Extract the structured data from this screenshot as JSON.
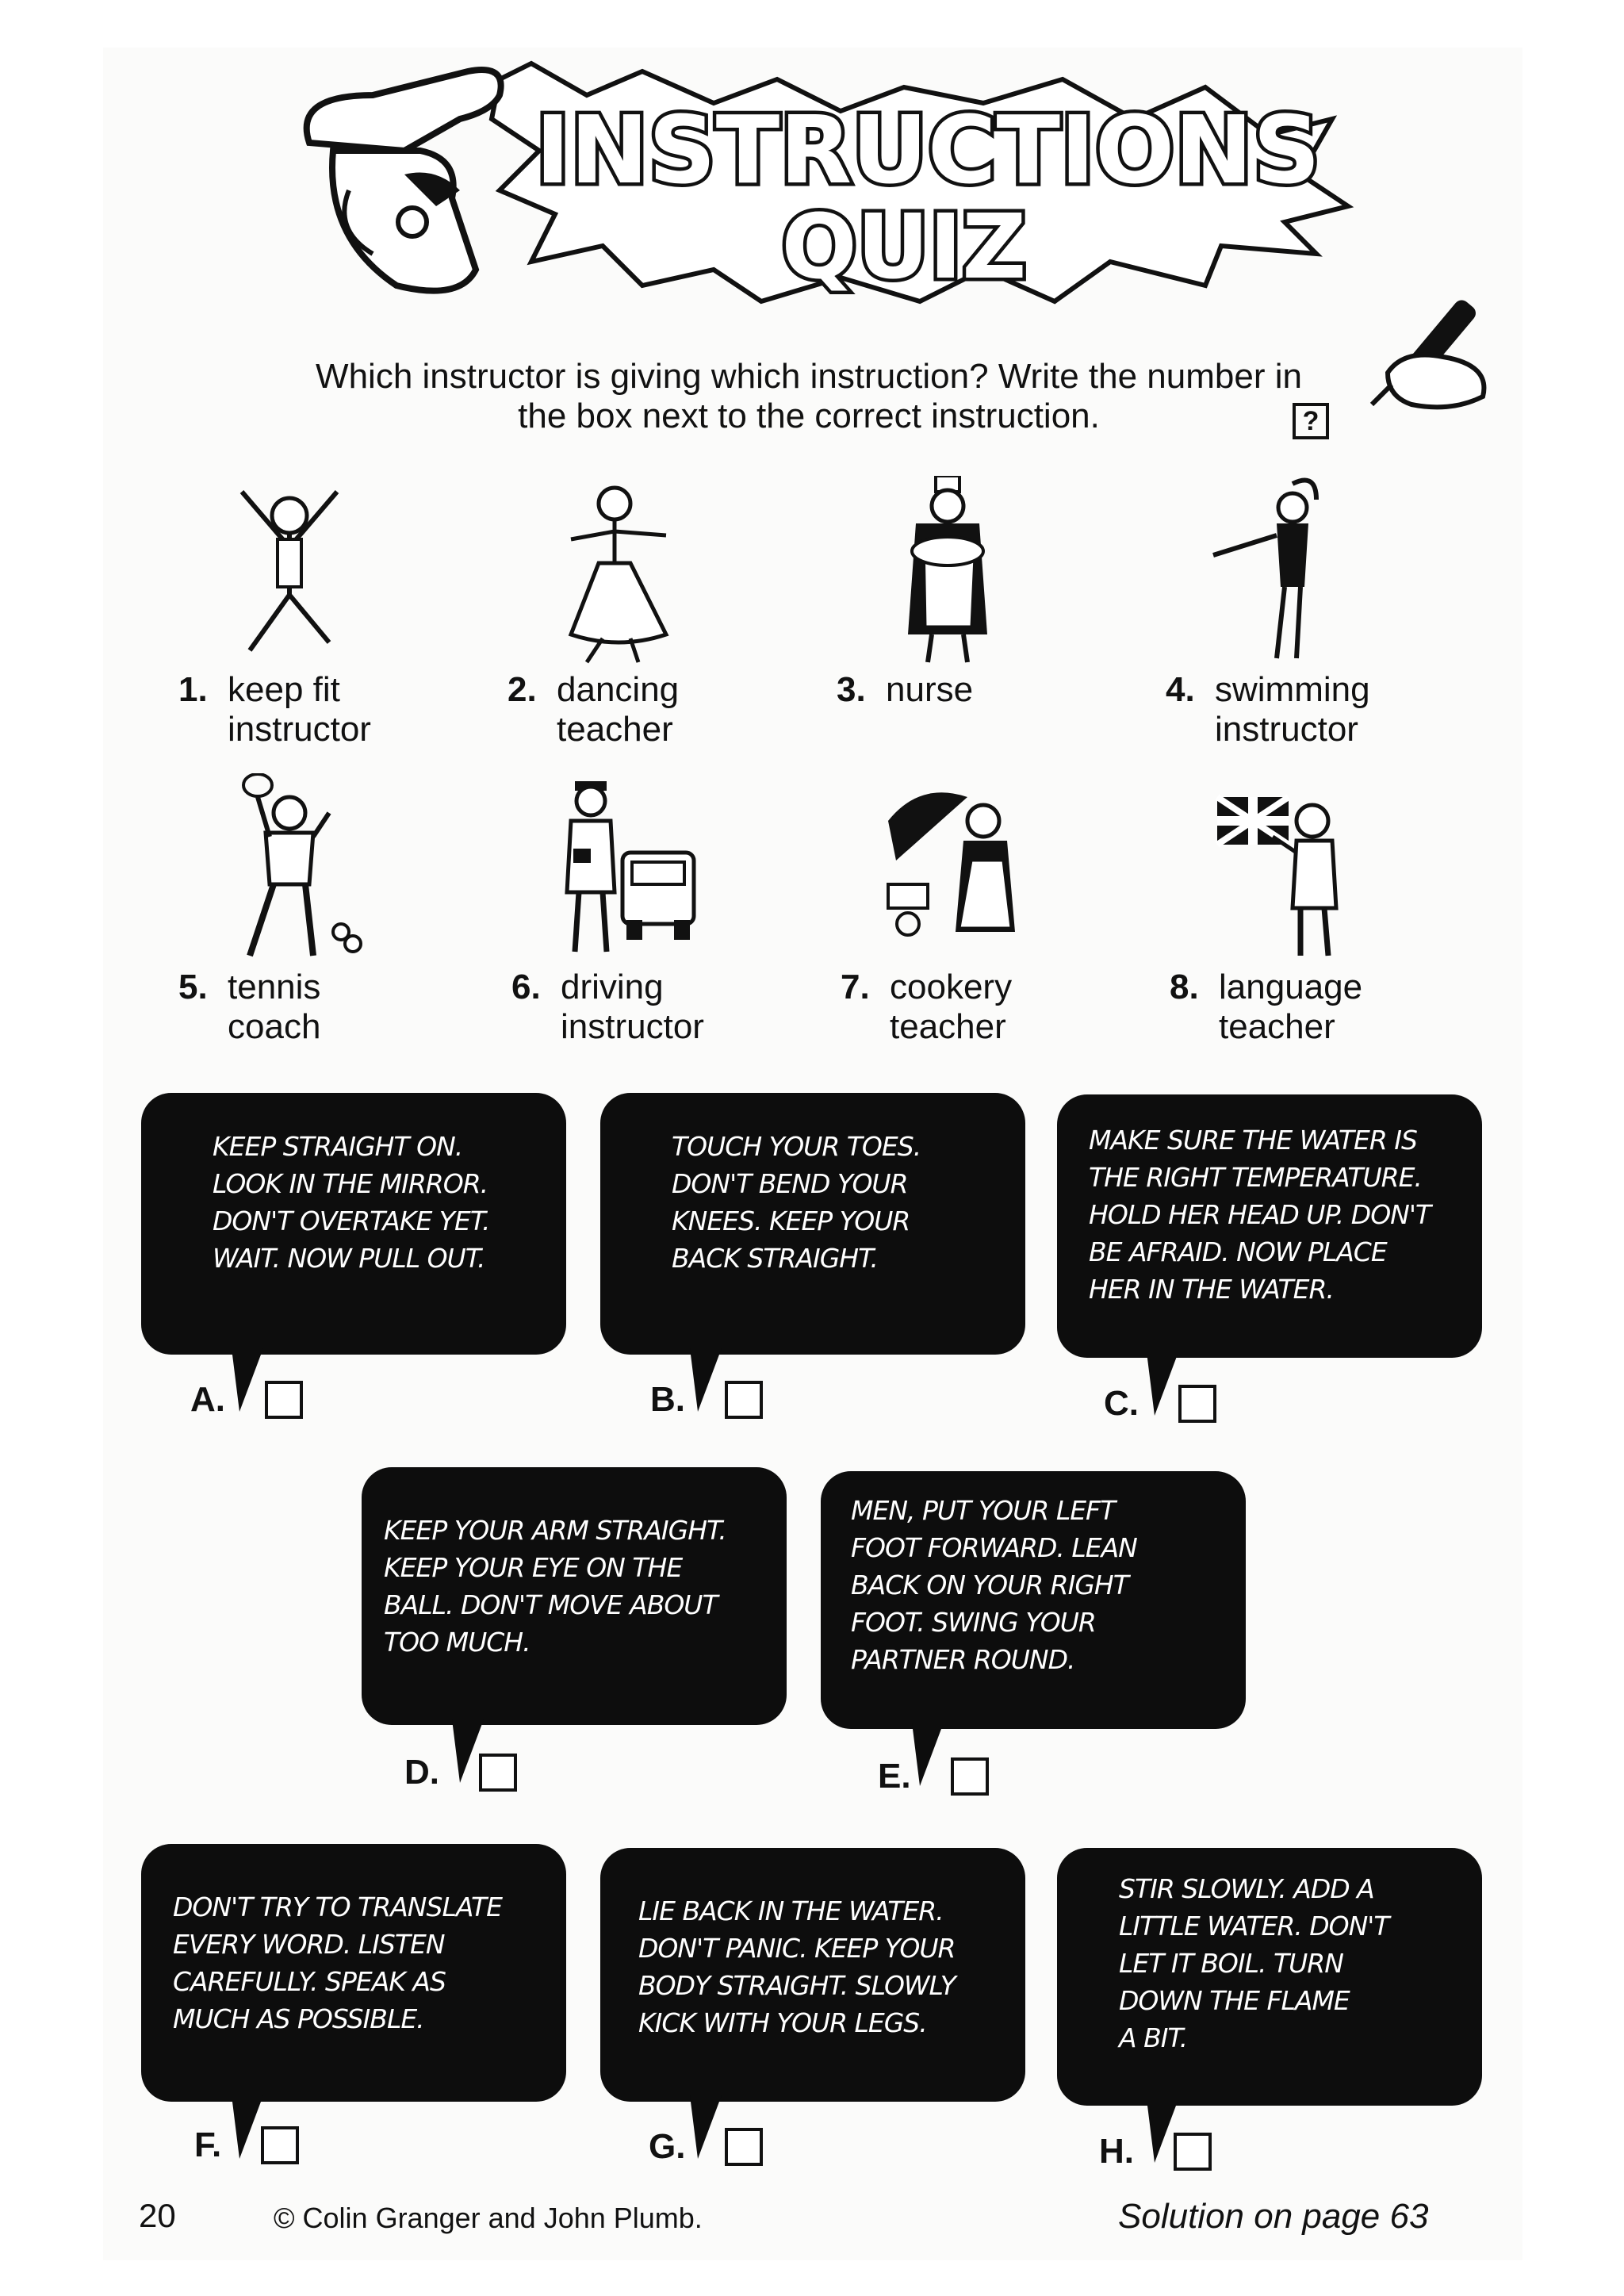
{
  "title": {
    "line1": "INSTRUCTIONS",
    "line2": "QUIZ"
  },
  "instruction_text": "Which instructor is giving which instruction? Write the number in the box next to the correct instruction.",
  "help_box": "?",
  "instructors": [
    {
      "num": "1.",
      "label": "keep fit\ninstructor"
    },
    {
      "num": "2.",
      "label": "dancing\nteacher"
    },
    {
      "num": "3.",
      "label": "nurse"
    },
    {
      "num": "4.",
      "label": "swimming\ninstructor"
    },
    {
      "num": "5.",
      "label": "tennis\ncoach"
    },
    {
      "num": "6.",
      "label": "driving\ninstructor"
    },
    {
      "num": "7.",
      "label": "cookery\nteacher"
    },
    {
      "num": "8.",
      "label": "language\nteacher"
    }
  ],
  "bubbles": [
    {
      "letter": "A.",
      "text": "KEEP STRAIGHT ON.\nLOOK IN THE MIRROR.\nDON'T OVERTAKE YET.\nWAIT. NOW PULL OUT."
    },
    {
      "letter": "B.",
      "text": "TOUCH YOUR TOES.\nDON'T BEND YOUR\nKNEES. KEEP YOUR\nBACK STRAIGHT."
    },
    {
      "letter": "C.",
      "text": "MAKE SURE THE WATER IS\nTHE RIGHT TEMPERATURE.\nHOLD HER HEAD UP. DON'T\nBE AFRAID. NOW PLACE\nHER IN THE WATER."
    },
    {
      "letter": "D.",
      "text": "KEEP YOUR ARM STRAIGHT.\nKEEP YOUR EYE ON THE\nBALL. DON'T MOVE ABOUT\nTOO MUCH."
    },
    {
      "letter": "E.",
      "text": "MEN, PUT YOUR LEFT\nFOOT FORWARD. LEAN\nBACK ON YOUR RIGHT\nFOOT. SWING YOUR\nPARTNER ROUND."
    },
    {
      "letter": "F.",
      "text": "DON'T TRY TO TRANSLATE\nEVERY WORD. LISTEN\nCAREFULLY. SPEAK AS\nMUCH AS POSSIBLE."
    },
    {
      "letter": "G.",
      "text": "LIE BACK IN THE WATER.\nDON'T PANIC. KEEP YOUR\nBODY STRAIGHT. SLOWLY\nKICK WITH YOUR LEGS."
    },
    {
      "letter": "H.",
      "text": "STIR SLOWLY. ADD A\nLITTLE WATER. DON'T\nLET IT BOIL. TURN\nDOWN THE FLAME\nA BIT."
    }
  ],
  "footer": {
    "page_number": "20",
    "copyright": "© Colin Granger and John Plumb.",
    "solution": "Solution on page 63"
  }
}
